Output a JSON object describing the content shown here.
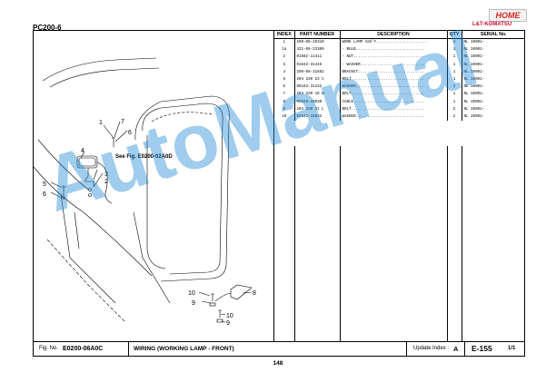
{
  "header": {
    "model": "PC200-6",
    "home_label": "HOME",
    "brand": "L&T-KOMATSU"
  },
  "colors": {
    "home_red": "#d9231f",
    "brand_red": "#c8102e",
    "watermark_blue": "#1e88d6"
  },
  "parts_table": {
    "headers": [
      "INDEX",
      "PART NUMBER",
      "DESCRIPTION",
      "QTY",
      "SERIAL No."
    ],
    "rows": [
      {
        "index": "1",
        "part": "209-06-25310",
        "desc": "WORK LAMP ASS'Y......................",
        "qty": "1",
        "serial": "NL 10001-"
      },
      {
        "index": "1a",
        "part": "421-06-23300",
        "desc": "- BULB..............................",
        "qty": "1",
        "serial": "NL 10001-"
      },
      {
        "index": "2",
        "part": "01582-11411",
        "desc": "- NUT...............................",
        "qty": "1",
        "serial": "NL 10001-"
      },
      {
        "index": "3",
        "part": "01643-31445",
        "desc": "- WASHER............................",
        "qty": "1",
        "serial": "NL 10001-"
      },
      {
        "index": "4",
        "part": "209-06-31682",
        "desc": "BRACKET.............................",
        "qty": "1",
        "serial": "NL 10001-"
      },
      {
        "index": "5",
        "part": "204 339 23 C",
        "desc": "BOLT................................",
        "qty": "1",
        "serial": "NL 10001-"
      },
      {
        "index": "6",
        "part": "06163-31232",
        "desc": "WASHER..............................",
        "qty": "2",
        "serial": "NL 10001-"
      },
      {
        "index": "7",
        "part": "204 339 18 W",
        "desc": "BOLT................................",
        "qty": "1",
        "serial": "NL 10001-"
      },
      {
        "index": "8",
        "part": "08029-43030",
        "desc": "CABLE...............................",
        "qty": "1",
        "serial": "NL 10001-"
      },
      {
        "index": "9",
        "part": "204 339 31 L",
        "desc": "BOLT................................",
        "qty": "2",
        "serial": "NL 10001-"
      },
      {
        "index": "10",
        "part": "01643-31032",
        "desc": "WASHER..............................",
        "qty": "2",
        "serial": "NL 10001-"
      }
    ]
  },
  "drawing": {
    "see_fig": "See Fig. E0200-02A0D",
    "callouts": [
      "1",
      "7",
      "6",
      "4",
      "3",
      "2",
      "5",
      "6",
      "10",
      "9",
      "8",
      "10",
      "9"
    ]
  },
  "footer": {
    "fig_label": "Fig. No.",
    "fig_no": "E0200-06A0C",
    "title": "WIRING (WORKING LAMP - FRONT)",
    "update_label": "Update Index :",
    "update_value": "A",
    "page_code": "E-155",
    "page_of": "1/1"
  },
  "page_number": "148",
  "watermark": "AutoManual"
}
